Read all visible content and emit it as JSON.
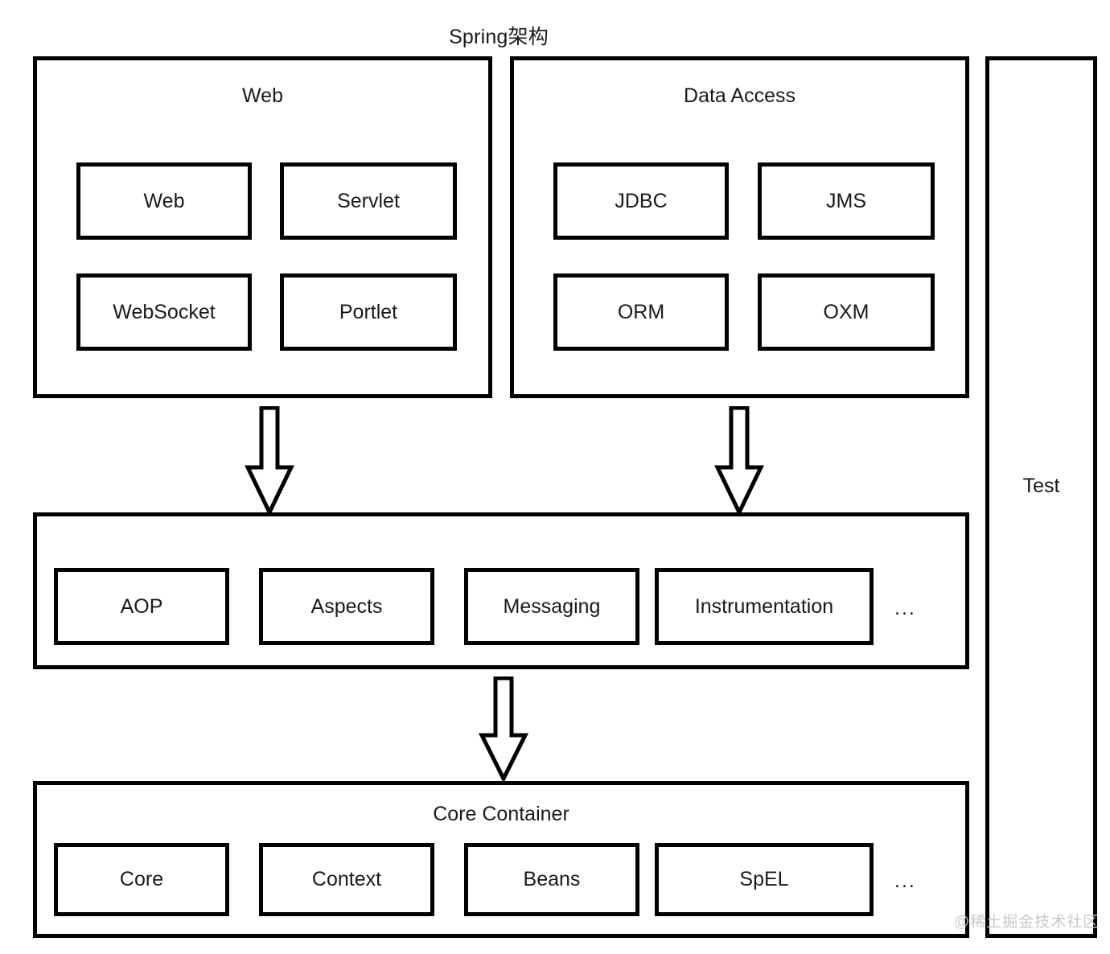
{
  "diagram": {
    "title": "Spring架构",
    "watermark": "@稀土掘金技术社区",
    "ellipsis": "...",
    "colors": {
      "stroke": "#000000",
      "background": "#ffffff",
      "text": "#1a1a1a",
      "watermark": "#c9c9c9"
    }
  },
  "groups": {
    "web": {
      "label": "Web",
      "modules": [
        {
          "label": "Web"
        },
        {
          "label": "Servlet"
        },
        {
          "label": "WebSocket"
        },
        {
          "label": "Portlet"
        }
      ]
    },
    "data_access": {
      "label": "Data Access",
      "modules": [
        {
          "label": "JDBC"
        },
        {
          "label": "JMS"
        },
        {
          "label": "ORM"
        },
        {
          "label": "OXM"
        }
      ]
    },
    "aop": {
      "label": "",
      "modules": [
        {
          "label": "AOP"
        },
        {
          "label": "Aspects"
        },
        {
          "label": "Messaging"
        },
        {
          "label": "Instrumentation"
        }
      ],
      "has_ellipsis": true
    },
    "core_container": {
      "label": "Core Container",
      "modules": [
        {
          "label": "Core"
        },
        {
          "label": "Context"
        },
        {
          "label": "Beans"
        },
        {
          "label": "SpEL"
        }
      ],
      "has_ellipsis": true
    },
    "test": {
      "label": "Test"
    }
  },
  "arrows": [
    {
      "name": "web-to-aop",
      "from": "web",
      "to": "aop"
    },
    {
      "name": "data-access-to-aop",
      "from": "data_access",
      "to": "aop"
    },
    {
      "name": "aop-to-core-container",
      "from": "aop",
      "to": "core_container"
    }
  ]
}
